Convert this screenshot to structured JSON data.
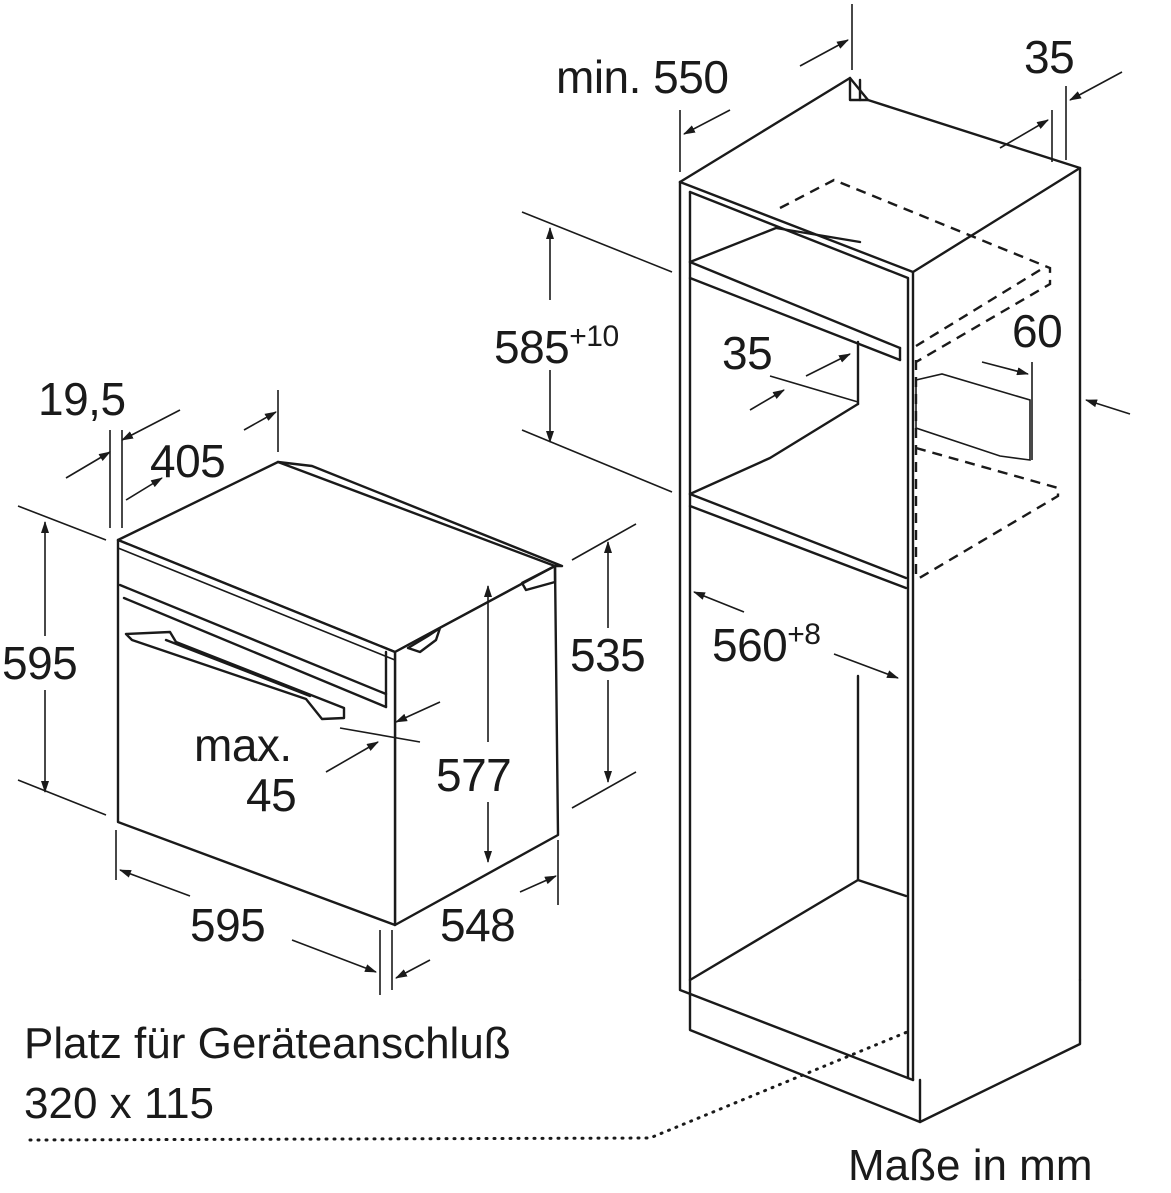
{
  "diagram": {
    "oven": {
      "dim_depth_panel": "19,5",
      "dim_inner_depth": "405",
      "dim_height": "595",
      "dim_front_height": "535",
      "dim_inner_height": "577",
      "dim_handle_label": "max.",
      "dim_handle_value": "45",
      "dim_width": "595",
      "dim_depth": "548"
    },
    "cabinet": {
      "dim_min_depth": "min. 550",
      "dim_rear_gap": "35",
      "dim_niche_height": "585",
      "dim_niche_height_tol": "+10",
      "dim_shelf_gap": "35",
      "dim_vent": "60",
      "dim_niche_width": "560",
      "dim_niche_width_tol": "+8"
    },
    "note_line1": "Platz für Geräteanschluß",
    "note_line2": "320 x 115",
    "units": "Maße in mm"
  }
}
